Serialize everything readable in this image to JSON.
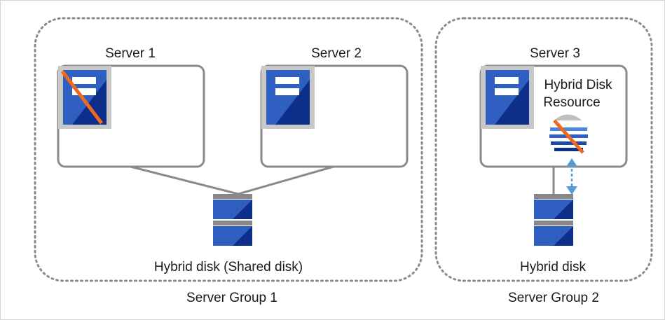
{
  "groups": [
    {
      "label": "Server Group 1"
    },
    {
      "label": "Server Group 2"
    }
  ],
  "servers": [
    {
      "label": "Server 1",
      "status": "down"
    },
    {
      "label": "Server 2",
      "status": "up"
    },
    {
      "label": "Server 3",
      "status": "up"
    }
  ],
  "disks": [
    {
      "label": "Hybrid disk (Shared disk)"
    },
    {
      "label": "Hybrid disk"
    }
  ],
  "resource": {
    "label_line1": "Hybrid Disk",
    "label_line2": "Resource",
    "status": "down"
  },
  "colors": {
    "server_blue": "#2f5fc0",
    "server_dark": "#0d2f8a",
    "frame_gray": "#c8c8c8",
    "strike": "#f06a1c",
    "arrow": "#5b9bd5",
    "dotted_border": "#8a8a8a"
  }
}
